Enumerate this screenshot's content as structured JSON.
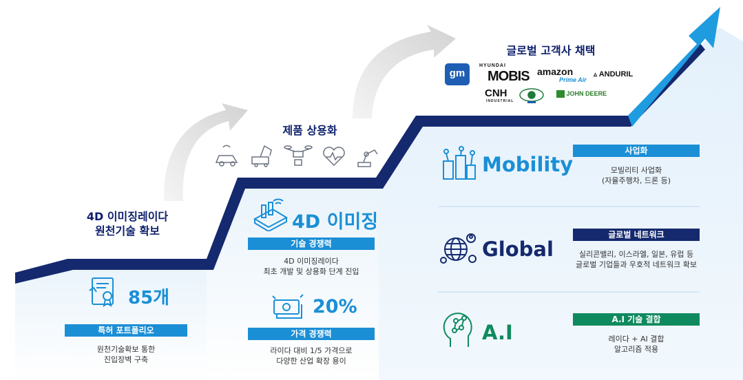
{
  "colors": {
    "navy": "#15296e",
    "accent": "#1b8fd6",
    "green": "#0f8a5f",
    "arrow": "#1f9be0"
  },
  "stage1": {
    "title_line1": "4D 이미징레이다",
    "title_line2": "원천기술 확보",
    "count": "85개",
    "bar": "특허 포트폴리오",
    "desc_line1": "원천기술확보 통한",
    "desc_line2": "진입장벽 구축"
  },
  "stage2": {
    "title": "제품 상용화",
    "product_icons": [
      "car-icon",
      "excavator-icon",
      "drone-icon",
      "health-icon",
      "robot-arm-icon"
    ],
    "headline": "4D 이미징",
    "bar1": "기술 경쟁력",
    "desc1_line1": "4D 이미징레이다",
    "desc1_line2": "최초 개발 및 상용화 단계 진입",
    "percent": "20%",
    "bar2": "가격 경쟁력",
    "desc2_line1": "라이다 대비 1/5 가격으로",
    "desc2_line2": "다양한 산업 확장 용이"
  },
  "stage3": {
    "title": "글로벌 고객사 채택",
    "logos": {
      "gm": "gm",
      "hyundai": "HYUNDAI",
      "mobis": "MOBIS",
      "amazon": "amazon",
      "prime_air": "Prime Air",
      "anduril": "ANDURIL",
      "cnh": "CNH",
      "cnh_sub": "INDUSTRIAL",
      "john_deere": "JOHN DEERE"
    },
    "rows": [
      {
        "label": "Mobility",
        "bar": "사업화",
        "desc_line1": "모빌리티 사업화",
        "desc_line2": "(자율주행차, 드론 등)"
      },
      {
        "label": "Global",
        "bar": "글로벌 네트워크",
        "desc_line1": "실리콘밸리, 이스라엘, 일본, 유럽 등",
        "desc_line2": "글로벌 기업들과 우호적 네트워크 확보"
      },
      {
        "label": "A.I",
        "bar": "A.I 기술 결합",
        "desc_line1": "레이다 + AI 결합",
        "desc_line2": "알고리즘 적용"
      }
    ]
  }
}
